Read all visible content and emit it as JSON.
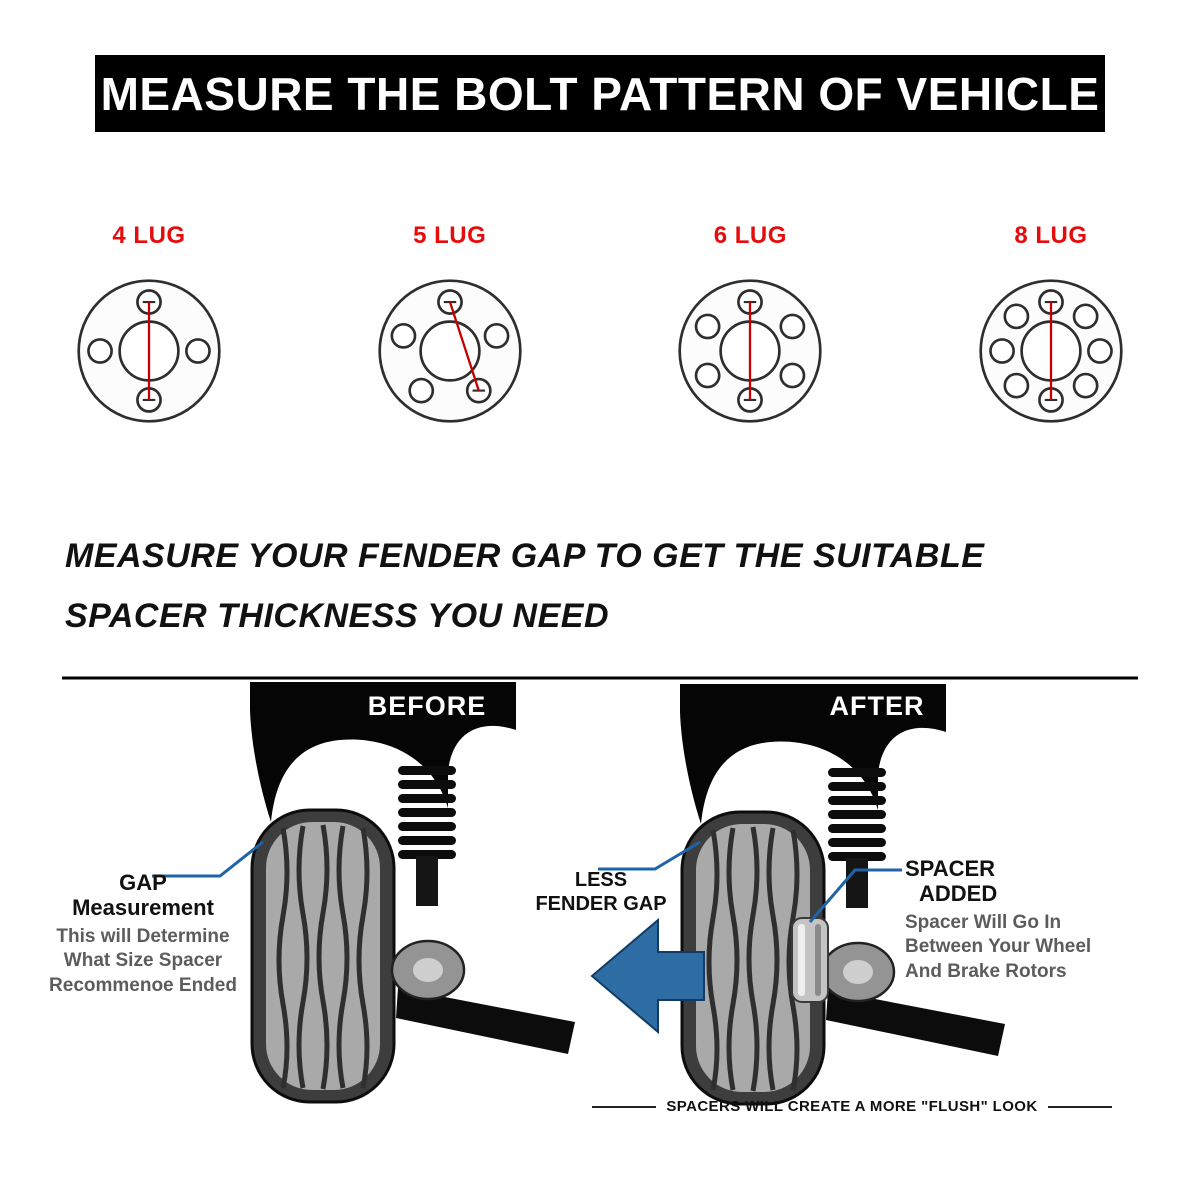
{
  "banner": {
    "title": "MEASURE THE BOLT PATTERN OF VEHICLE"
  },
  "colors": {
    "lug_label": "#e60c0c",
    "measure_line": "#c40000",
    "callout_line": "#1f63a8",
    "arrow": "#2e6da4"
  },
  "lug_patterns": [
    {
      "label": "4 LUG",
      "holes": 4
    },
    {
      "label": "5 LUG",
      "holes": 5
    },
    {
      "label": "6 LUG",
      "holes": 6
    },
    {
      "label": "8 LUG",
      "holes": 8
    }
  ],
  "heading": {
    "line1": "MEASURE YOUR FENDER GAP TO GET THE SUITABLE",
    "line2": "SPACER THICKNESS YOU NEED"
  },
  "comparison": {
    "before_label": "BEFORE",
    "after_label": "AFTER",
    "gap_callout": {
      "title": "GAP",
      "subtitle": "Measurement",
      "lines": [
        "This will Determine",
        "What Size Spacer",
        "Recommenoe Ended"
      ]
    },
    "less_gap": {
      "line1": "LESS",
      "line2": "FENDER GAP"
    },
    "spacer_callout": {
      "title": "SPACER",
      "subtitle": "ADDED",
      "lines": [
        "Spacer Will Go In",
        "Between Your Wheel",
        "And Brake Rotors"
      ]
    },
    "caption": "SPACERS WILL CREATE A MORE \"FLUSH\" LOOK"
  }
}
